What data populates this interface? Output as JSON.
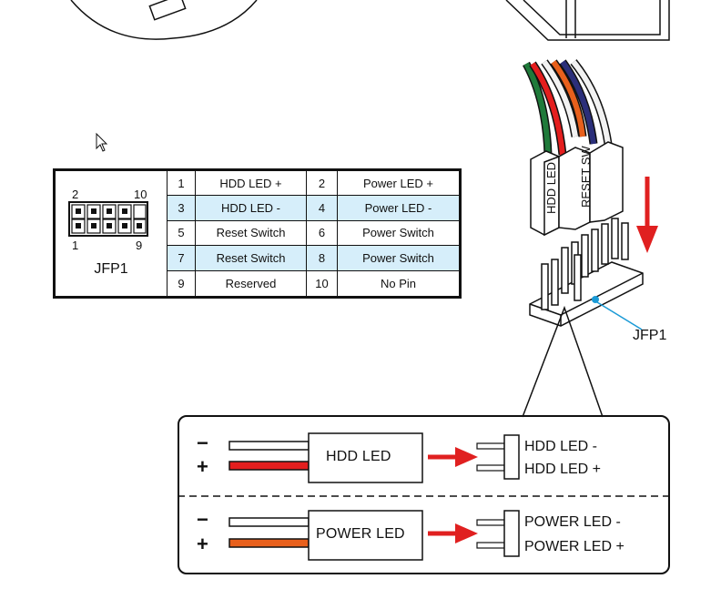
{
  "table": {
    "header_label": "JFP1",
    "pin_label_2": "2",
    "pin_label_10": "10",
    "pin_label_1": "1",
    "pin_label_9": "9",
    "rows": [
      {
        "pin_a": "1",
        "sig_a": "HDD LED +",
        "pin_b": "2",
        "sig_b": "Power LED +"
      },
      {
        "pin_a": "3",
        "sig_a": "HDD LED -",
        "pin_b": "4",
        "sig_b": "Power LED -"
      },
      {
        "pin_a": "5",
        "sig_a": "Reset Switch",
        "pin_b": "6",
        "sig_b": "Power Switch"
      },
      {
        "pin_a": "7",
        "sig_a": "Reset Switch",
        "pin_b": "8",
        "sig_b": "Power Switch"
      },
      {
        "pin_a": "9",
        "sig_a": "Reserved",
        "pin_b": "10",
        "sig_b": "No Pin"
      }
    ]
  },
  "connector": {
    "hdd_label": "HDD LED",
    "reset_label": "RESET SW",
    "header_callout": "JFP1"
  },
  "callout": {
    "minus": "−",
    "plus": "+",
    "hdd_box": "HDD LED",
    "hdd_minus": "HDD LED -",
    "hdd_plus": "HDD LED +",
    "power_box": "POWER LED",
    "power_minus": "POWER LED -",
    "power_plus": "POWER LED +"
  },
  "colors": {
    "highlight_row": "#d6eefa",
    "arrow_red": "#e02020",
    "wire_red": "#e41e1e",
    "wire_orange": "#e8601c",
    "wire_green": "#1f7a3a",
    "wire_navy": "#2b2f7a",
    "callout_line": "#1a9ad6"
  }
}
